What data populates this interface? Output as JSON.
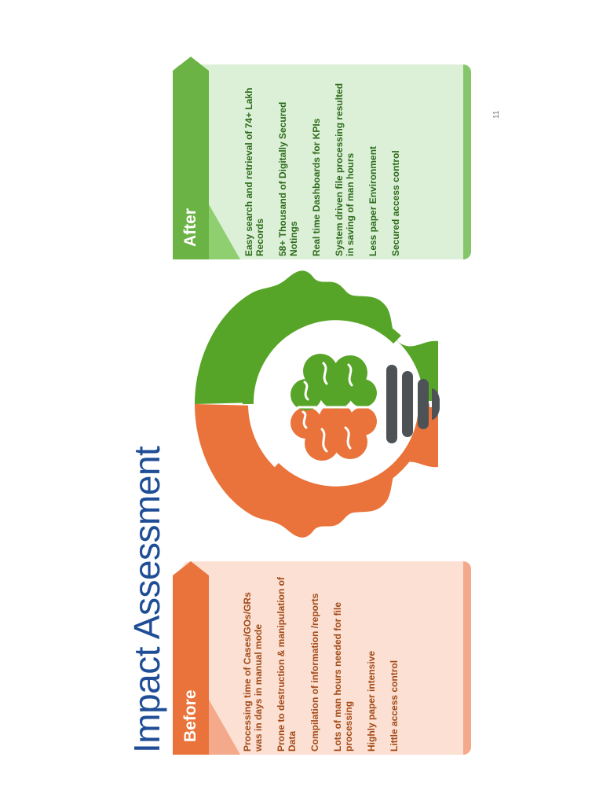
{
  "slide": {
    "title": "Impact Assessment",
    "page_number": "11"
  },
  "before": {
    "heading": "Before",
    "items": [
      "Processing time of Cases/GOs/GRs was in days in manual mode",
      "Prone to destruction & manipulation of Data",
      "Compilation of information /reports",
      "Lots of man hours needed for file processing",
      "Highly paper intensive",
      "Little access control"
    ]
  },
  "after": {
    "heading": "After",
    "items": [
      "Easy search and retrieval of 74+ Lakh Records",
      "58+ Thousand of Digitally Secured Notings",
      "Real time Dashboards for KPIs",
      "System driven file processing resulted in saving of man hours",
      "Less paper Environment",
      "Secured access control"
    ]
  },
  "colors": {
    "title": "#1f4e96",
    "before_accent": "#e9733a",
    "after_accent": "#6ab344",
    "bulb_base": "#4d5257"
  },
  "icons": [
    "head-bulb-brain-icon"
  ]
}
